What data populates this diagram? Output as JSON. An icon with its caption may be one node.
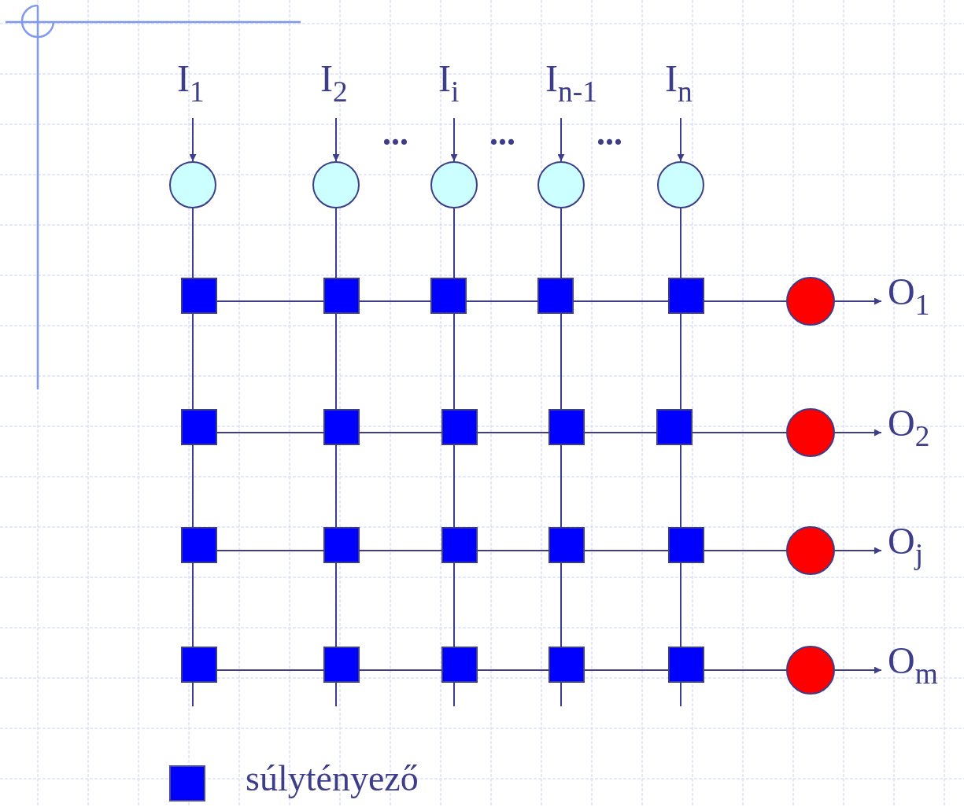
{
  "diagram": {
    "nodes": [
      {
        "text": [
          "I$_{1}$"
        ]
      },
      {
        "text": [
          "I$_{2}$"
        ]
      },
      {
        "text": [
          "I$_{i}$"
        ]
      },
      {
        "text": [
          "I$_{n-1}$"
        ]
      },
      {
        "text": [
          "I$_{n}$"
        ]
      },
      {
        "text": [],
        "shape": "circle"
      },
      {
        "text": [],
        "shape": "circle"
      },
      {
        "text": [],
        "shape": "circle"
      },
      {
        "text": [],
        "shape": "circle"
      },
      {
        "text": [],
        "shape": "circle"
      },
      {
        "text": [],
        "shape": "box"
      },
      {
        "text": [],
        "shape": "box"
      },
      {
        "text": [],
        "shape": "box"
      },
      {
        "text": [],
        "shape": "box"
      },
      {
        "text": [],
        "shape": "box"
      },
      {
        "text": [],
        "shape": "box"
      },
      {
        "text": [],
        "shape": "box"
      },
      {
        "text": [],
        "shape": "box"
      },
      {
        "text": [],
        "shape": "box"
      },
      {
        "text": [],
        "shape": "box"
      },
      {
        "text": [],
        "shape": "box"
      },
      {
        "text": [],
        "shape": "box"
      },
      {
        "text": [],
        "shape": "box"
      },
      {
        "text": [],
        "shape": "box"
      },
      {
        "text": [],
        "shape": "box"
      },
      {
        "text": [],
        "shape": "box"
      },
      {
        "text": [],
        "shape": "box"
      },
      {
        "text": [],
        "shape": "box"
      },
      {
        "text": [],
        "shape": "box"
      },
      {
        "text": [],
        "shape": "box"
      },
      {
        "text": [],
        "shape": "circle"
      },
      {
        "text": [],
        "shape": "circle"
      },
      {
        "text": [],
        "shape": "circle"
      },
      {
        "text": [],
        "shape": "circle"
      },
      {
        "text": [
          "O$_{1}$"
        ]
      },
      {
        "text": [
          "O$_{2}$"
        ]
      },
      {
        "text": [
          "O$_{j}$"
        ]
      },
      {
        "text": [
          "O$_{m}$"
        ]
      }
    ],
    "edges": [
      {
        "from": 0,
        "to": 5,
        "arrow": "to"
      },
      {
        "from": 1,
        "to": 6,
        "arrow": "to"
      },
      {
        "from": 2,
        "to": 7,
        "arrow": "to"
      },
      {
        "from": 3,
        "to": 8,
        "arrow": "to"
      },
      {
        "from": 4,
        "to": 9,
        "arrow": "to"
      },
      {
        "from": 5,
        "to": 10,
        "arrow": "none"
      },
      {
        "from": 6,
        "to": 11,
        "arrow": "none"
      },
      {
        "from": 7,
        "to": 12,
        "arrow": "none"
      },
      {
        "from": 8,
        "to": 13,
        "arrow": "none"
      },
      {
        "from": 9,
        "to": 14,
        "arrow": "none"
      },
      {
        "from": 10,
        "to": 15,
        "arrow": "none"
      },
      {
        "from": 11,
        "to": 16,
        "arrow": "none"
      },
      {
        "from": 12,
        "to": 17,
        "arrow": "none"
      },
      {
        "from": 13,
        "to": 18,
        "arrow": "none"
      },
      {
        "from": 14,
        "to": 19,
        "arrow": "none"
      },
      {
        "from": 15,
        "to": 20,
        "arrow": "none"
      },
      {
        "from": 16,
        "to": 21,
        "arrow": "none"
      },
      {
        "from": 17,
        "to": 22,
        "arrow": "none"
      },
      {
        "from": 18,
        "to": 23,
        "arrow": "none"
      },
      {
        "from": 19,
        "to": 24,
        "arrow": "none"
      },
      {
        "from": 20,
        "to": 25,
        "arrow": "none"
      },
      {
        "from": 21,
        "to": 26,
        "arrow": "none"
      },
      {
        "from": 22,
        "to": 27,
        "arrow": "none"
      },
      {
        "from": 23,
        "to": 28,
        "arrow": "none"
      },
      {
        "from": 24,
        "to": 29,
        "arrow": "none"
      },
      {
        "from": 25,
        "to": null,
        "arrow": "none"
      },
      {
        "from": 26,
        "to": null,
        "arrow": "none"
      },
      {
        "from": 27,
        "to": null,
        "arrow": "none"
      },
      {
        "from": 28,
        "to": null,
        "arrow": "none"
      },
      {
        "from": 29,
        "to": null,
        "arrow": "none"
      },
      {
        "from": 10,
        "to": 11,
        "arrow": "none"
      },
      {
        "from": 11,
        "to": 12,
        "arrow": "none"
      },
      {
        "from": 12,
        "to": 13,
        "arrow": "none"
      },
      {
        "from": 13,
        "to": 14,
        "arrow": "none"
      },
      {
        "from": 14,
        "to": 30,
        "arrow": "none"
      },
      {
        "from": 15,
        "to": 16,
        "arrow": "none"
      },
      {
        "from": 16,
        "to": 17,
        "arrow": "none"
      },
      {
        "from": 17,
        "to": 18,
        "arrow": "none"
      },
      {
        "from": 18,
        "to": 19,
        "arrow": "none"
      },
      {
        "from": 19,
        "to": 31,
        "arrow": "none"
      },
      {
        "from": 20,
        "to": 21,
        "arrow": "none"
      },
      {
        "from": 21,
        "to": 22,
        "arrow": "none"
      },
      {
        "from": 22,
        "to": 23,
        "arrow": "none"
      },
      {
        "from": 23,
        "to": 24,
        "arrow": "none"
      },
      {
        "from": 24,
        "to": 32,
        "arrow": "none"
      },
      {
        "from": 25,
        "to": 26,
        "arrow": "none"
      },
      {
        "from": 26,
        "to": 27,
        "arrow": "none"
      },
      {
        "from": 27,
        "to": 28,
        "arrow": "none"
      },
      {
        "from": 28,
        "to": 29,
        "arrow": "none"
      },
      {
        "from": 29,
        "to": 33,
        "arrow": "none"
      },
      {
        "from": 30,
        "to": 34,
        "arrow": "to"
      },
      {
        "from": 31,
        "to": 35,
        "arrow": "to"
      },
      {
        "from": 32,
        "to": 36,
        "arrow": "to"
      },
      {
        "from": 33,
        "to": 37,
        "arrow": "to"
      }
    ],
    "labels": [
      "...",
      "...",
      "..."
    ],
    "legend": [
      {
        "text": "súlytényező",
        "color": "#0000ff"
      }
    ]
  }
}
